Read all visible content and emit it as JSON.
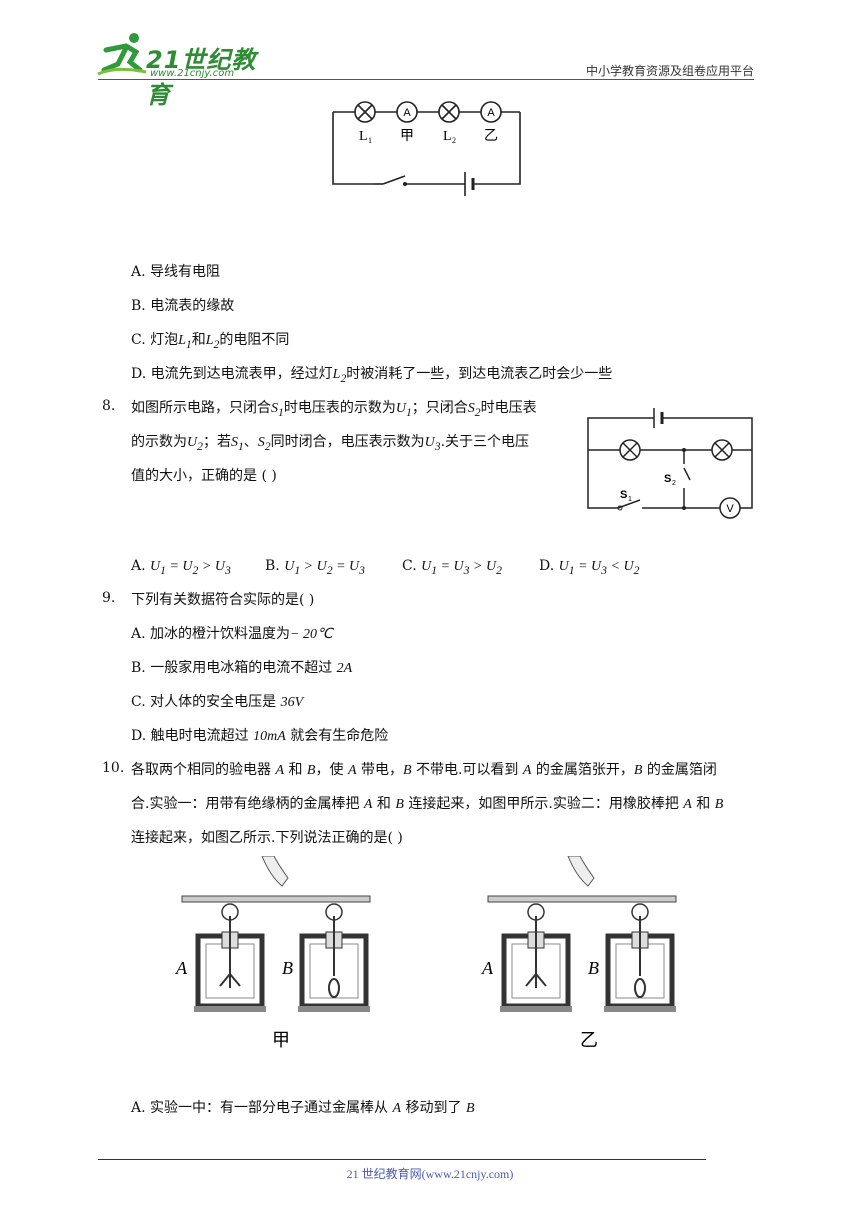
{
  "header": {
    "logo_main": "21世纪教育",
    "logo_url": "www.21cnjy.com",
    "right_text": "中小学教育资源及组卷应用平台"
  },
  "fig7": {
    "labels": [
      "L",
      "甲",
      "L",
      "乙"
    ],
    "subs": [
      "1",
      "2"
    ],
    "ammeter": "A"
  },
  "q7": {
    "options": [
      {
        "letter": "A.",
        "text": "导线有电阻"
      },
      {
        "letter": "B.",
        "text": "电流表的缘故"
      },
      {
        "letter": "C.",
        "pre": "灯泡",
        "v1": "L",
        "s1": "1",
        "mid": "和",
        "v2": "L",
        "s2": "2",
        "post": "的电阻不同"
      },
      {
        "letter": "D.",
        "pre": "电流先到达电流表甲，经过灯",
        "v": "L",
        "s": "2",
        "post": "时被消耗了一些，到达电流表乙时会少一些"
      }
    ]
  },
  "q8": {
    "num": "8.",
    "l1a": "如图所示电路，只闭合",
    "l1v": "S",
    "l1s": "1",
    "l1b": "时电压表的示数为",
    "l1v2": "U",
    "l1s2": "1",
    "l1c": "；只闭合",
    "l1v3": "S",
    "l1s3": "2",
    "l1d": "时电压表",
    "l2a": "的示数为",
    "l2v": "U",
    "l2s": "2",
    "l2b": "；若",
    "l2v2": "S",
    "l2s2": "1",
    "l2c": "、",
    "l2v3": "S",
    "l2s3": "2",
    "l2d": "同时闭合，电压表示数为",
    "l2v4": "U",
    "l2s4": "3",
    "l2e": ".关于三个电压",
    "l3": "值的大小，正确的是 (    )",
    "fig_s1": "S",
    "fig_s1_sub": "1",
    "fig_s2": "S",
    "fig_s2_sub": "2",
    "fig_v": "V",
    "options": [
      {
        "letter": "A.",
        "text": "U1 = U2 > U3"
      },
      {
        "letter": "B.",
        "text": "U1 > U2 = U3"
      },
      {
        "letter": "C.",
        "text": "U1 = U3 > U2"
      },
      {
        "letter": "D.",
        "text": "U1 = U3 < U2"
      }
    ]
  },
  "q9": {
    "num": "9.",
    "stem": "下列有关数据符合实际的是(    )",
    "options": [
      {
        "letter": "A.",
        "pre": "加冰的橙汁饮料温度为",
        "val": "− 20℃"
      },
      {
        "letter": "B.",
        "pre": "一般家用电冰箱的电流不超过 ",
        "val": "2A"
      },
      {
        "letter": "C.",
        "pre": "对人体的安全电压是 ",
        "val": "36V"
      },
      {
        "letter": "D.",
        "pre": "触电时电流超过 ",
        "val": "10mA",
        "post": " 就会有生命危险"
      }
    ]
  },
  "q10": {
    "num": "10.",
    "line1": [
      "各取两个相同的验电器 ",
      "A",
      " 和 ",
      "B",
      "，使 ",
      "A",
      " 带电，",
      "B",
      " 不带电.可以看到 ",
      "A",
      " 的金属箔张开，",
      "B",
      " 的金属箔闭"
    ],
    "line2": [
      "合.实验一：用带有绝缘柄的金属棒把 ",
      "A",
      " 和 ",
      "B",
      " 连接起来，如图甲所示.实验二：用橡胶棒把 ",
      "A",
      " 和 ",
      "B"
    ],
    "line3": "连接起来，如图乙所示.下列说法正确的是(    )",
    "fig_labels": [
      "A",
      "B",
      "甲",
      "A",
      "B",
      "乙"
    ],
    "option_a": {
      "letter": "A.",
      "pre": "实验一中：有一部分电子通过金属棒从 ",
      "v1": "A",
      "mid": " 移动到了 ",
      "v2": "B"
    }
  },
  "footer": {
    "text": "21 世纪教育网(www.21cnjy.com)"
  }
}
